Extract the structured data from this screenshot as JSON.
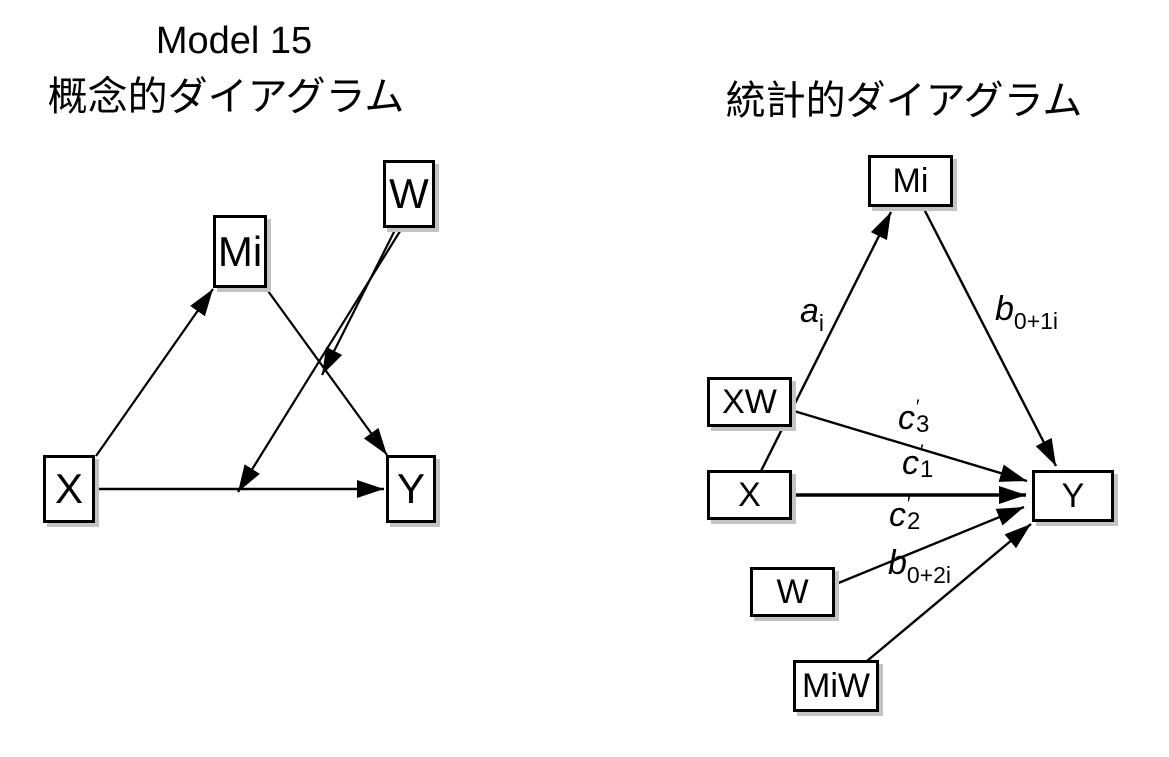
{
  "figure": {
    "left": {
      "title_line1": "Model 15",
      "title_line2": "概念的ダイアグラム",
      "nodes": {
        "w": "W",
        "mi": "Mi",
        "x": "X",
        "y": "Y"
      },
      "edges": [
        {
          "from": "X",
          "to": "Mi"
        },
        {
          "from": "Mi",
          "to": "Y"
        },
        {
          "from": "X",
          "to": "Y"
        },
        {
          "from": "W",
          "to": "Mi-Y path"
        },
        {
          "from": "W",
          "to": "X-Y path"
        }
      ]
    },
    "right": {
      "title": "統計的ダイアグラム",
      "nodes": {
        "mi": "Mi",
        "xw": "XW",
        "x": "X",
        "w": "W",
        "miw": "MiW",
        "y": "Y"
      },
      "labels": {
        "a": {
          "base": "a",
          "sub": "i"
        },
        "b1": {
          "base": "b",
          "sub": "0+1i"
        },
        "c3": {
          "base": "c",
          "prime": "′",
          "sub": "3"
        },
        "c1": {
          "base": "c",
          "prime": "′",
          "sub": "1"
        },
        "c2": {
          "base": "c",
          "prime": "′",
          "sub": "2"
        },
        "b2": {
          "base": "b",
          "sub": "0+2i"
        }
      },
      "edges": [
        {
          "from": "X",
          "to": "Mi",
          "label": "ai"
        },
        {
          "from": "Mi",
          "to": "Y",
          "label": "b0+1i"
        },
        {
          "from": "XW",
          "to": "Y",
          "label": "c′3"
        },
        {
          "from": "X",
          "to": "Y",
          "label": "c′1"
        },
        {
          "from": "W",
          "to": "Y",
          "label": "c′2"
        },
        {
          "from": "MiW",
          "to": "Y",
          "label": "b0+2i"
        }
      ]
    },
    "colors": {
      "ink": "#000000",
      "shadow": "#c3c3c3",
      "background": "#ffffff"
    }
  }
}
